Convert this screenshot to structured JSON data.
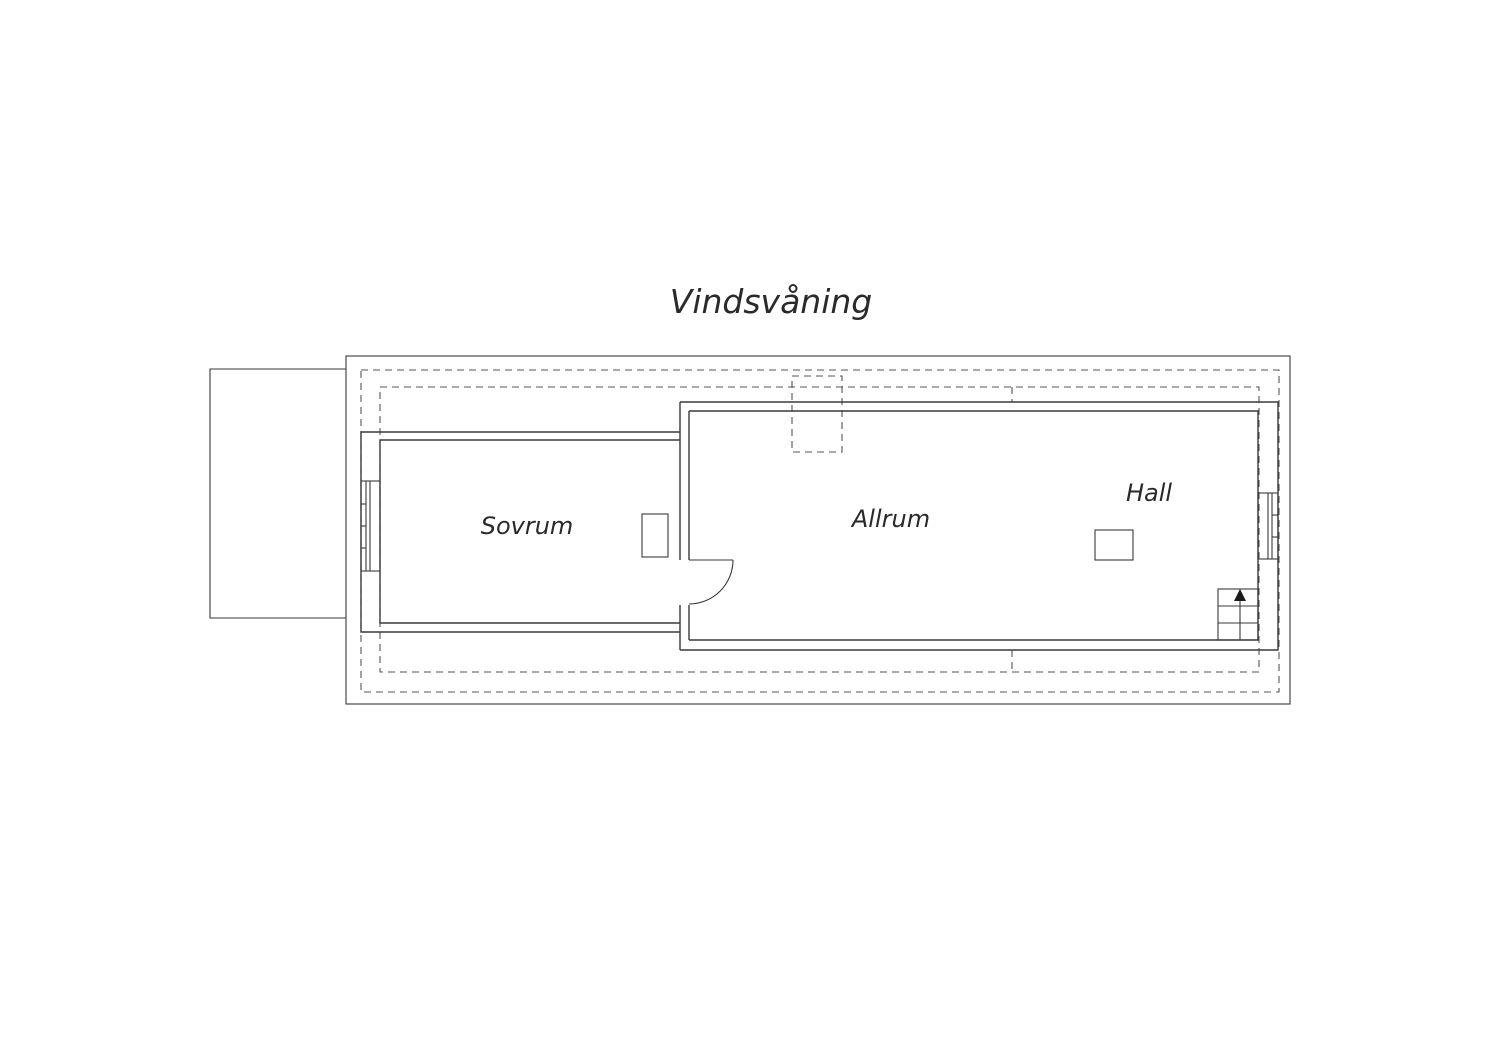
{
  "floor_title": "Vindsvåning",
  "rooms": {
    "sovrum": "Sovrum",
    "allrum": "Allrum",
    "hall": "Hall"
  },
  "colors": {
    "line": "#3a3a3a",
    "text": "#2a2a2a",
    "background": "#ffffff"
  }
}
